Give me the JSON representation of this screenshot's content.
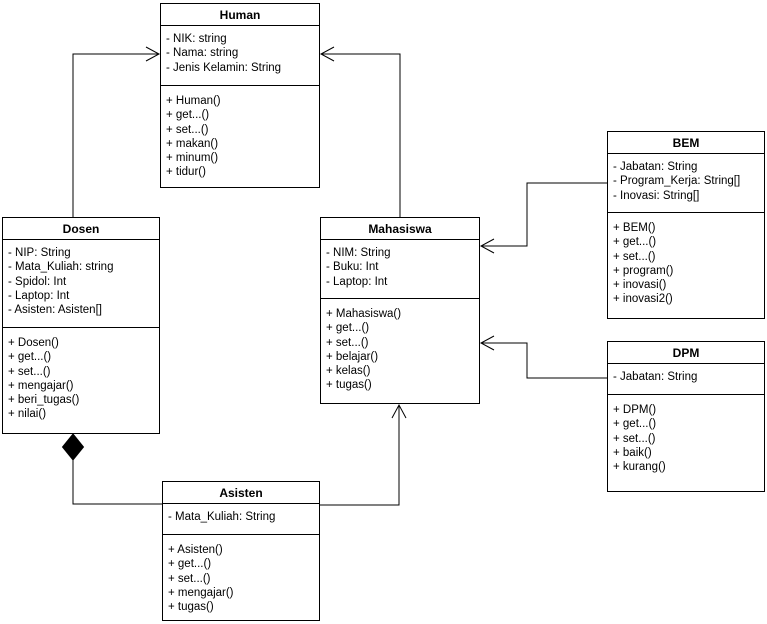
{
  "diagram": {
    "kind": "uml-class-diagram",
    "background_color": "#ffffff",
    "line_color": "#000000",
    "classes": [
      {
        "id": "human",
        "name": "Human",
        "attributes": [
          "- NIK: string",
          "- Nama: string",
          "- Jenis Kelamin: String"
        ],
        "methods": [
          "+ Human()",
          "+ get...()",
          "+ set...()",
          "+ makan()",
          "+ minum()",
          "+ tidur()"
        ]
      },
      {
        "id": "dosen",
        "name": "Dosen",
        "attributes": [
          "- NIP: String",
          "- Mata_Kuliah: string",
          "- Spidol: Int",
          "- Laptop: Int",
          "- Asisten: Asisten[]"
        ],
        "methods": [
          "+ Dosen()",
          "+ get...()",
          "+ set...()",
          "+ mengajar()",
          "+ beri_tugas()",
          "+ nilai()"
        ]
      },
      {
        "id": "mahasiswa",
        "name": "Mahasiswa",
        "attributes": [
          "- NIM: String",
          "- Buku: Int",
          "- Laptop: Int"
        ],
        "methods": [
          "+ Mahasiswa()",
          "+ get...()",
          "+ set...()",
          "+ belajar()",
          "+ kelas()",
          "+ tugas()"
        ]
      },
      {
        "id": "bem",
        "name": "BEM",
        "attributes": [
          "- Jabatan: String",
          "- Program_Kerja: String[]",
          "- Inovasi: String[]"
        ],
        "methods": [
          "+ BEM()",
          "+ get...()",
          "+ set...()",
          "+ program()",
          "+ inovasi()",
          "+ inovasi2()"
        ]
      },
      {
        "id": "dpm",
        "name": "DPM",
        "attributes": [
          "- Jabatan: String"
        ],
        "methods": [
          "+ DPM()",
          "+ get...()",
          "+ set...()",
          "+ baik()",
          "+ kurang()"
        ]
      },
      {
        "id": "asisten",
        "name": "Asisten",
        "attributes": [
          "- Mata_Kuliah: String"
        ],
        "methods": [
          "+ Asisten()",
          "+ get...()",
          "+ set...()",
          "+ mengajar()",
          "+ tugas()"
        ]
      }
    ],
    "relationships": [
      {
        "from": "Dosen",
        "to": "Human",
        "type": "generalization-arrow"
      },
      {
        "from": "Mahasiswa",
        "to": "Human",
        "type": "generalization-arrow"
      },
      {
        "from": "BEM",
        "to": "Mahasiswa",
        "type": "directed-association"
      },
      {
        "from": "DPM",
        "to": "Mahasiswa",
        "type": "directed-association"
      },
      {
        "from": "Asisten",
        "to": "Mahasiswa",
        "type": "directed-association"
      },
      {
        "from": "Dosen",
        "to": "Asisten",
        "type": "composition-diamond"
      }
    ]
  }
}
